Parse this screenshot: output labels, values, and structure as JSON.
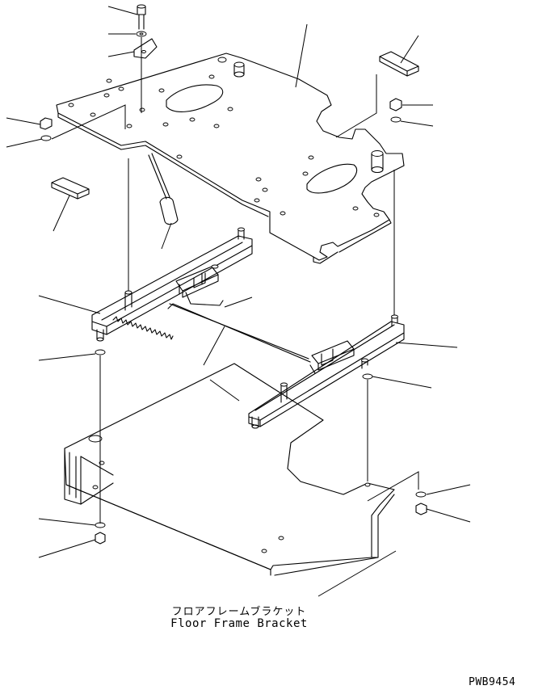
{
  "caption": {
    "japanese": "フロアフレームブラケット",
    "english": "Floor Frame Bracket"
  },
  "drawing_code": "PWB9454"
}
